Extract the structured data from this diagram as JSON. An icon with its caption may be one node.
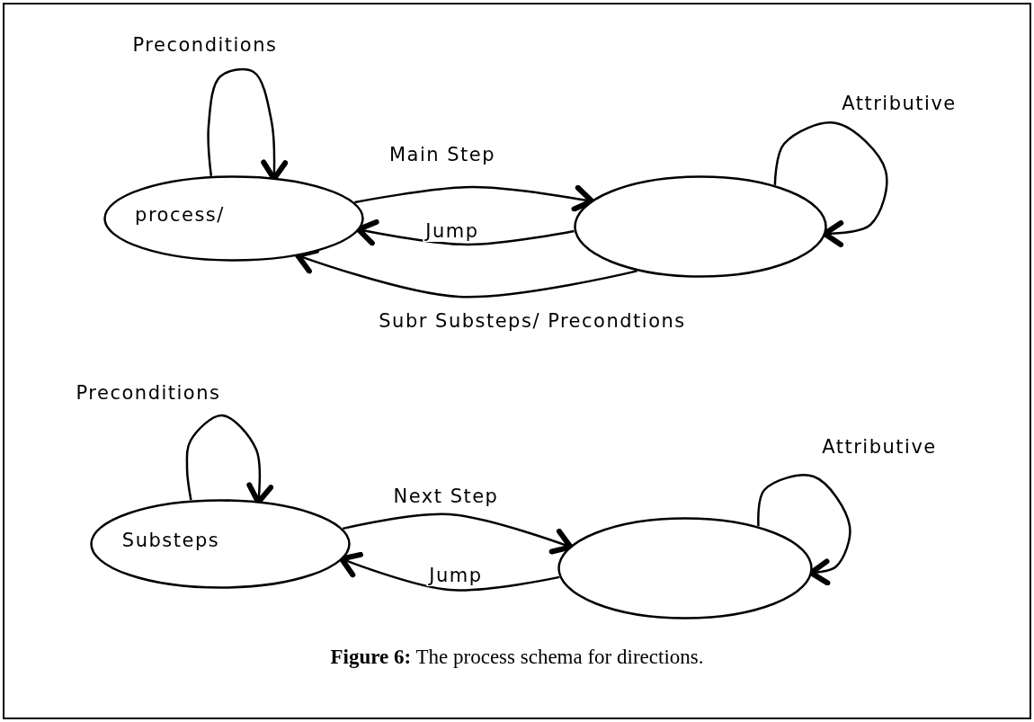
{
  "diagram": {
    "caption": "**Figure 6:** The process schema for directions.",
    "nodes": [
      {
        "text": [
          "process/"
        ]
      },
      {
        "text": [],
        "shape": "ellipse"
      },
      {
        "text": [
          "Substeps"
        ]
      },
      {
        "text": [],
        "shape": "ellipse"
      }
    ],
    "edges": [
      {
        "from": 0,
        "to": 0,
        "arrow": "to",
        "label": "Preconditions"
      },
      {
        "from": 0,
        "to": 1,
        "arrow": "to",
        "label": "Main Step"
      },
      {
        "from": 1,
        "to": 0,
        "arrow": "to",
        "label": "Jump"
      },
      {
        "from": 1,
        "to": 0,
        "arrow": "to",
        "label": "Subr Substeps/ Precondtions"
      },
      {
        "from": 1,
        "to": 1,
        "arrow": "to",
        "label": "Attributive"
      },
      {
        "from": 2,
        "to": 2,
        "arrow": "to",
        "label": "Preconditions"
      },
      {
        "from": 2,
        "to": 3,
        "arrow": "to",
        "label": "Next Step"
      },
      {
        "from": 3,
        "to": 2,
        "arrow": "to",
        "label": "Jump"
      },
      {
        "from": 3,
        "to": 3,
        "arrow": "to",
        "label": "Attributive"
      }
    ]
  }
}
